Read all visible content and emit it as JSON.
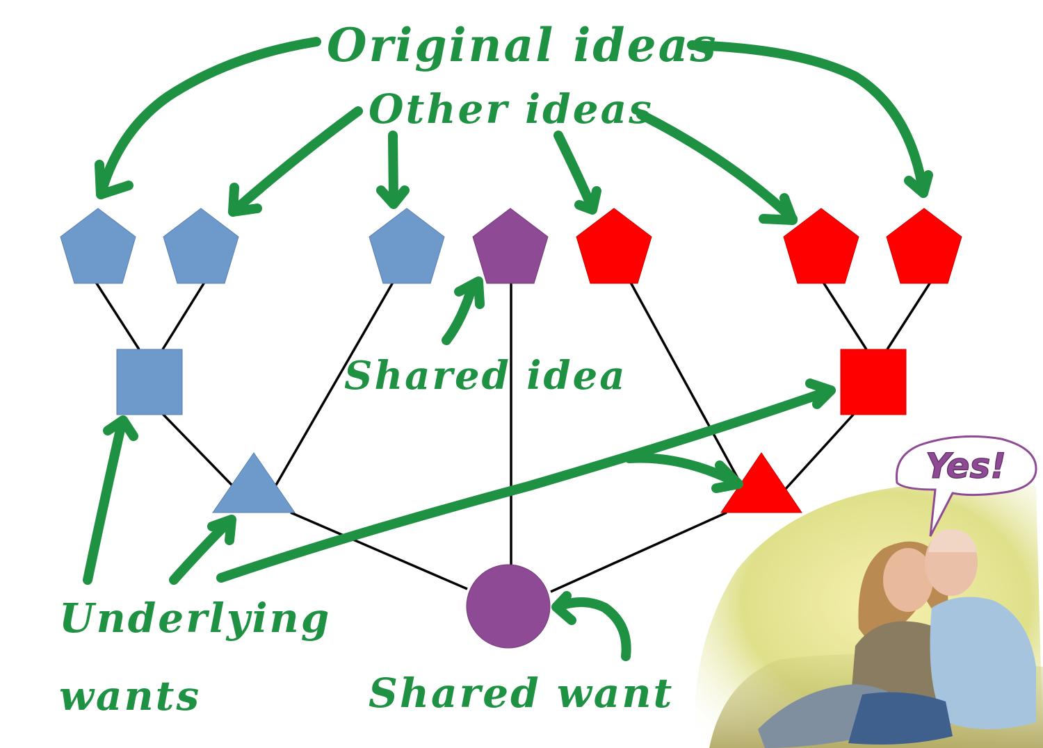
{
  "labels": {
    "original_ideas": "Original ideas",
    "other_ideas": "Other ideas",
    "shared_idea": "Shared idea",
    "underlying": "Underlying",
    "wants": "wants",
    "shared_want": "Shared want"
  },
  "speech_bubble": {
    "text": "Yes!"
  },
  "colors": {
    "blue": "#6e9acb",
    "purple": "#8e4a94",
    "red": "#ff0000",
    "arrow_green": "#1e9142",
    "edge": "#000000"
  }
}
